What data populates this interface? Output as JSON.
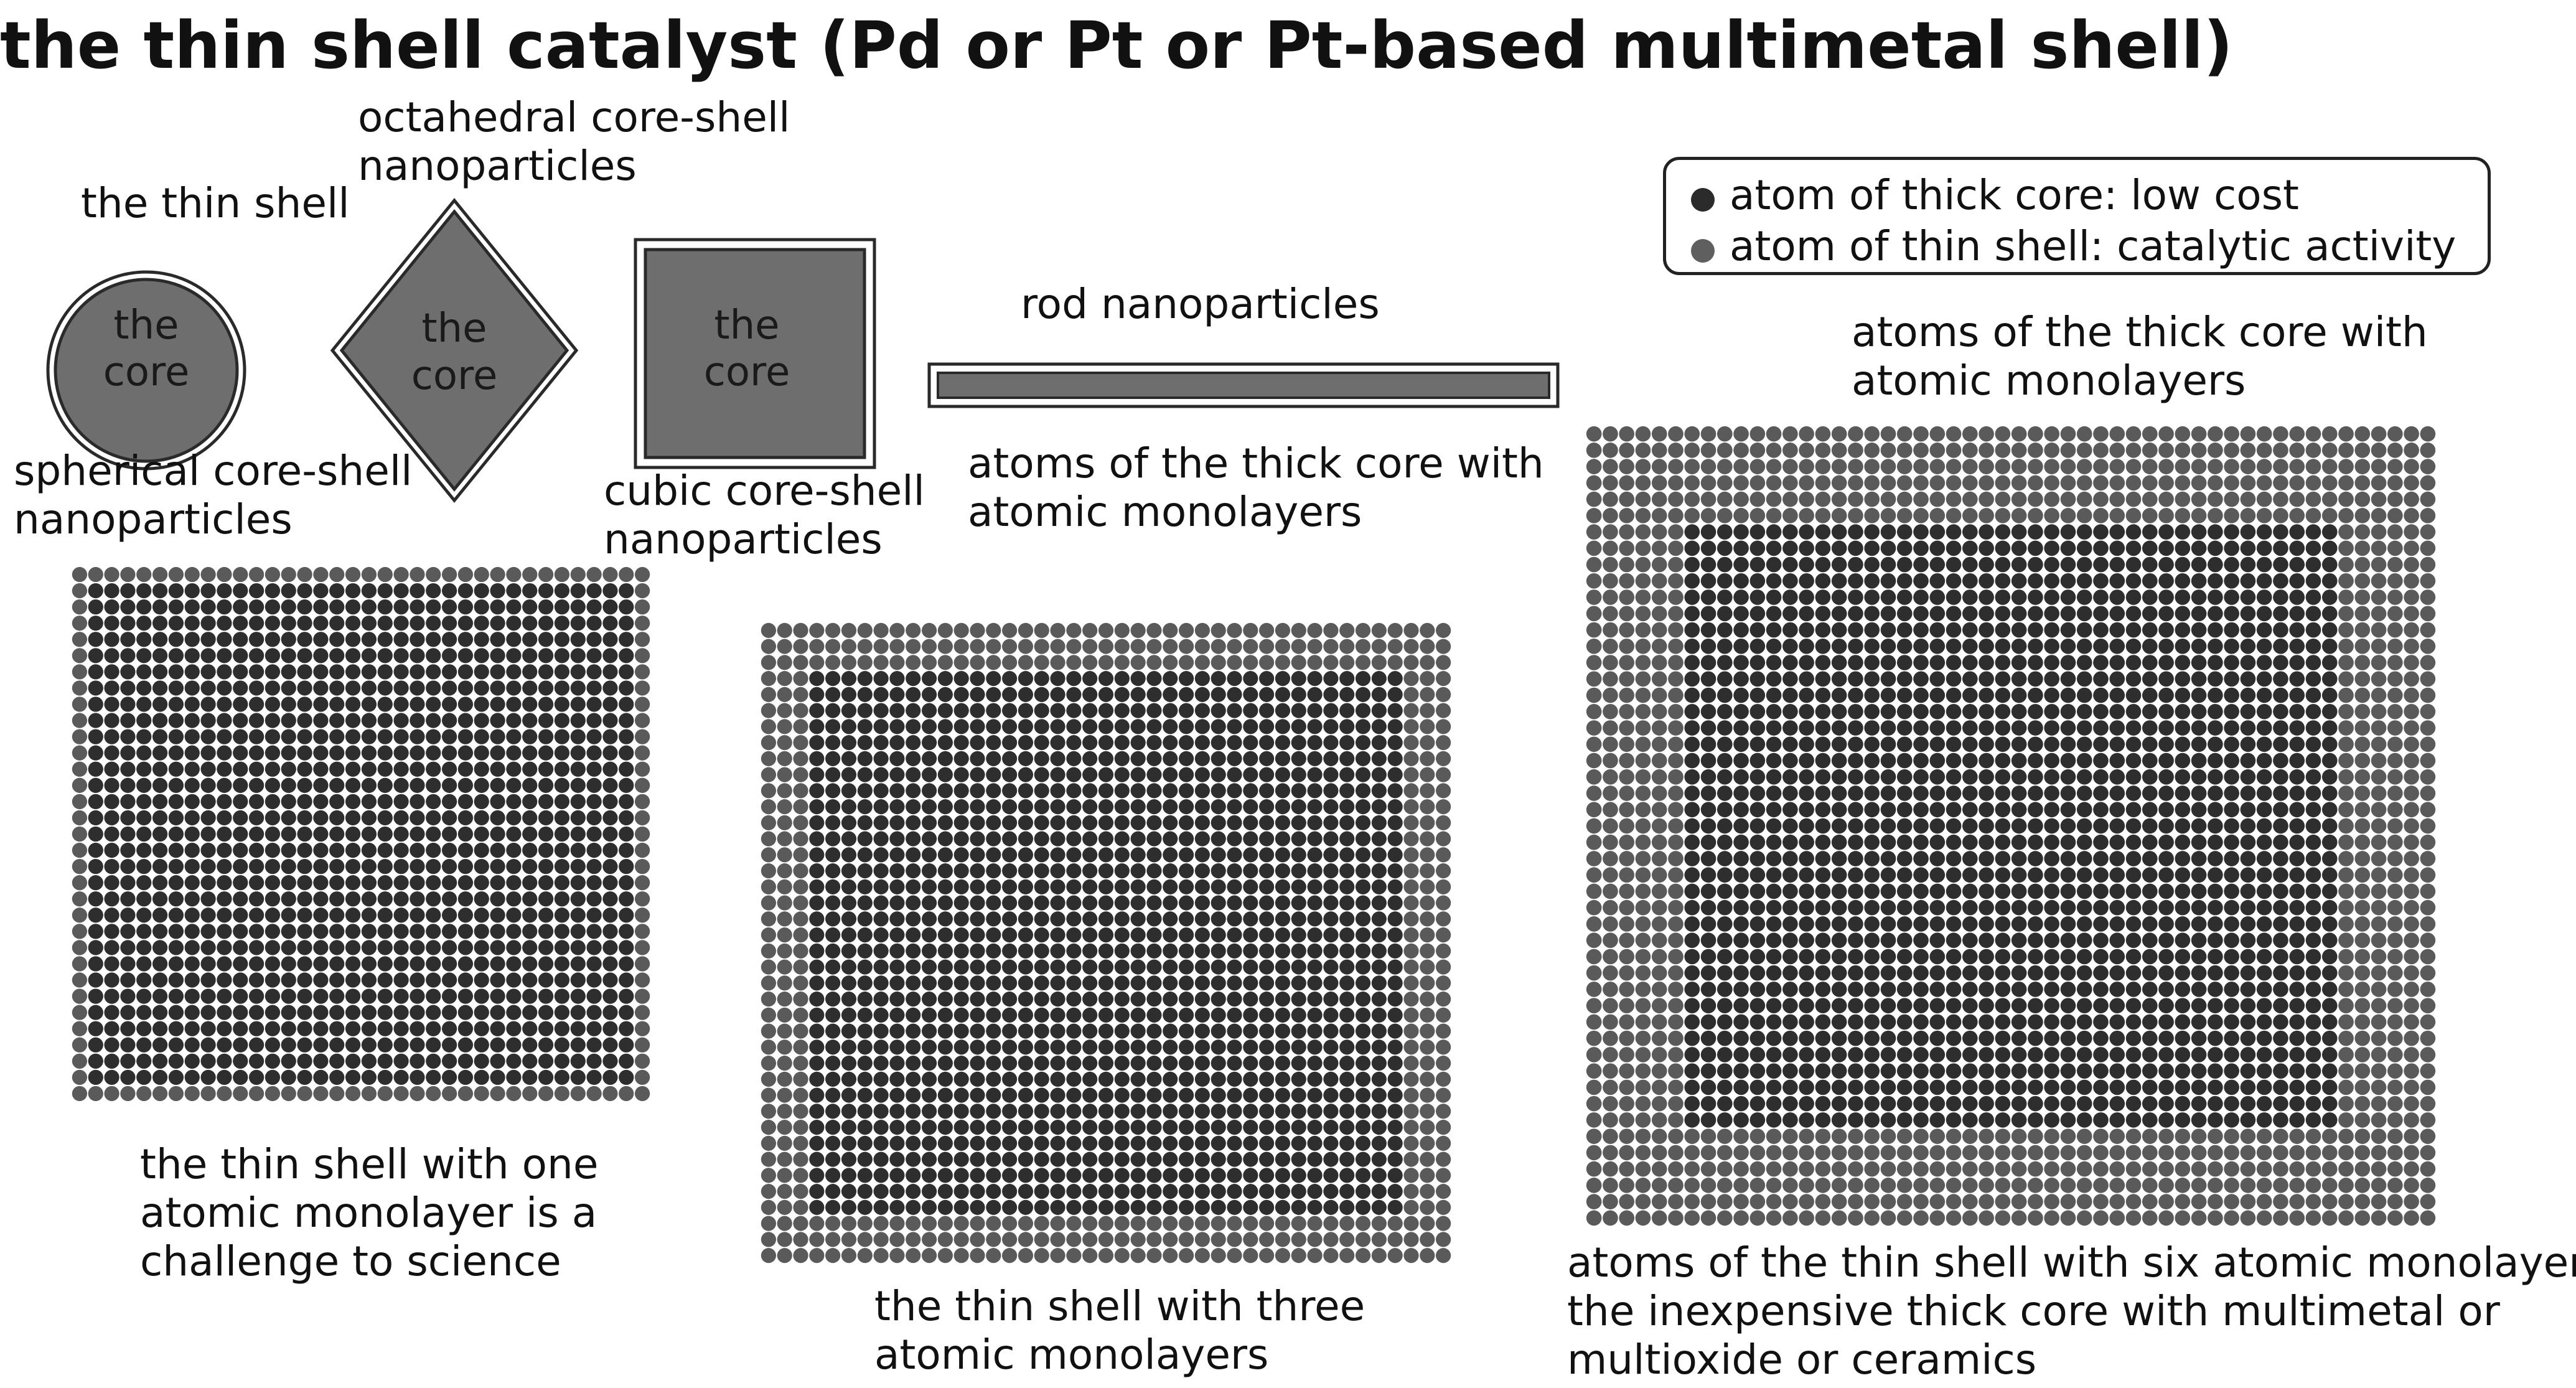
{
  "title": "the thin shell catalyst (Pd or Pt or Pt-based multimetal shell)",
  "legend": {
    "items": [
      {
        "label": "atom of thick core: low cost",
        "color": "#2b2b2b"
      },
      {
        "label": "atom of thin shell: catalytic activity",
        "color": "#5f5f5f"
      }
    ]
  },
  "shapes": {
    "sphere": {
      "shell_label": "the thin shell",
      "core_label_1": "the",
      "core_label_2": "core",
      "name_line_1": "spherical core-shell",
      "name_line_2": "nanoparticles"
    },
    "octahedron": {
      "name_line_1": "octahedral core-shell",
      "name_line_2": "nanoparticles",
      "core_label_1": "the",
      "core_label_2": "core"
    },
    "cube": {
      "core_label_1": "the",
      "core_label_2": "core",
      "name_line_1": "cubic core-shell",
      "name_line_2": "nanoparticles"
    },
    "rod": {
      "name": "rod nanoparticles",
      "caption_line_1": "atoms of the thick core with",
      "caption_line_2": "atomic monolayers"
    }
  },
  "grids": {
    "one": {
      "shell_layers": 1,
      "caption_line_1": "the thin shell with one",
      "caption_line_2": "atomic monolayer is a",
      "caption_line_3": "challenge to science"
    },
    "three": {
      "shell_layers": 3,
      "caption_line_1": "the thin shell with three",
      "caption_line_2": "atomic monolayers"
    },
    "six": {
      "shell_layers": 6,
      "top_line_1": "atoms of the thick core with",
      "top_line_2": "atomic monolayers",
      "caption_line_1": "atoms of the thin shell with six atomic monolayers",
      "caption_line_2": "the inexpensive thick core with multimetal or",
      "caption_line_3": "multioxide or ceramics"
    }
  },
  "colors": {
    "core_atom": "#2e2e2e",
    "shell_atom": "#5a5a5a",
    "shape_fill": "#6e6e6e",
    "outline": "#2a2a2a"
  }
}
